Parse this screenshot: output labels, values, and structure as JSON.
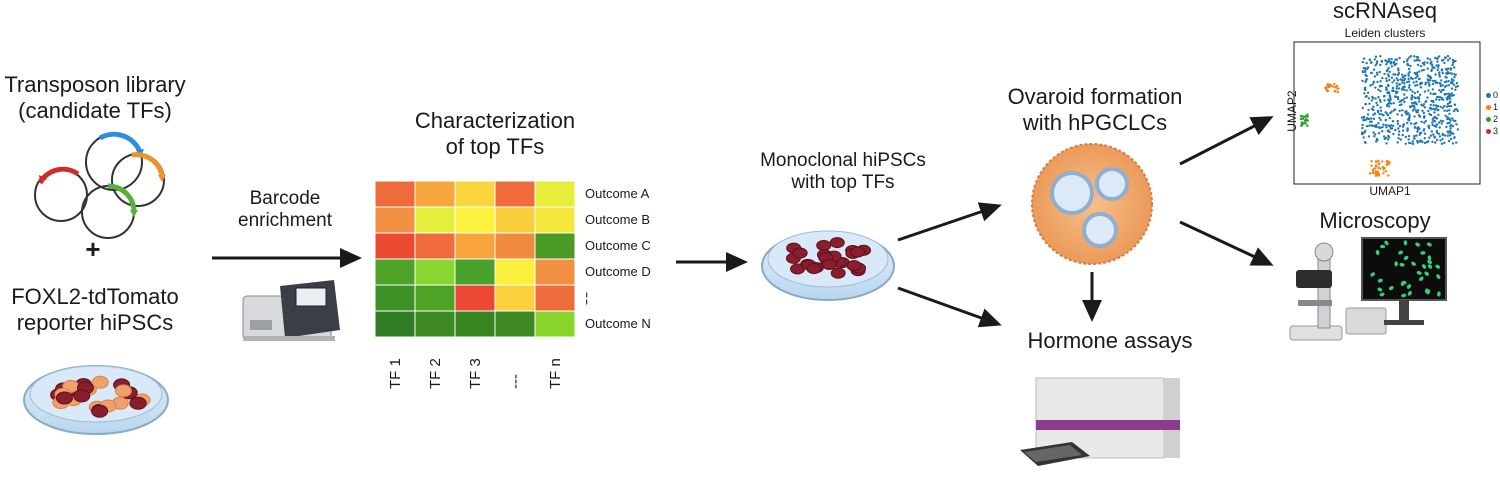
{
  "left": {
    "library_line1": "Transposon library",
    "library_line2": "(candidate TFs)",
    "plus": "+",
    "reporter_line1": "FOXL2-tdTomato",
    "reporter_line2": "reporter hiPSCs"
  },
  "barcode": {
    "line1": "Barcode",
    "line2": "enrichment"
  },
  "characterization": {
    "line1": "Characterization",
    "line2": "of top TFs"
  },
  "heatmap": {
    "rows": [
      "Outcome A",
      "Outcome B",
      "Outcome C",
      "Outcome D",
      "¦",
      "Outcome N"
    ],
    "columns": [
      "TF 1",
      "TF 2",
      "TF 3",
      "---",
      "TF n"
    ],
    "colors": [
      [
        "#ee6b3c",
        "#f6a63c",
        "#fad53d",
        "#ee6b3c",
        "#e6ee3a"
      ],
      [
        "#f19040",
        "#e4ef3d",
        "#fbf13f",
        "#f9cf3b",
        "#f5e73b"
      ],
      [
        "#ea4b31",
        "#ef6b3c",
        "#f8a43b",
        "#ef8a3e",
        "#4a9a25"
      ],
      [
        "#4ea326",
        "#8ad530",
        "#46a22a",
        "#fbef3d",
        "#f19040"
      ],
      [
        "#3d9225",
        "#4ea326",
        "#eb4733",
        "#fbd03c",
        "#ee6b3c"
      ],
      [
        "#2f7d22",
        "#3d8a23",
        "#368620",
        "#3d8a23",
        "#8ad52c"
      ]
    ]
  },
  "monoclonal": {
    "line1": "Monoclonal hiPSCs",
    "line2": "with top TFs"
  },
  "ovaroid": {
    "line1": "Ovaroid formation",
    "line2": "with hPGCLCs"
  },
  "hormone": {
    "label": "Hormone assays"
  },
  "scrnaseq": {
    "title": "scRNAseq",
    "subtitle": "Leiden clusters",
    "xlabel": "UMAP1",
    "ylabel": "UMAP2",
    "legend": [
      "0",
      "1",
      "2",
      "3"
    ],
    "legend_colors": [
      "#1f77b4",
      "#ff7f0e",
      "#2ca02c",
      "#d62728"
    ]
  },
  "microscopy": {
    "label": "Microscopy"
  }
}
